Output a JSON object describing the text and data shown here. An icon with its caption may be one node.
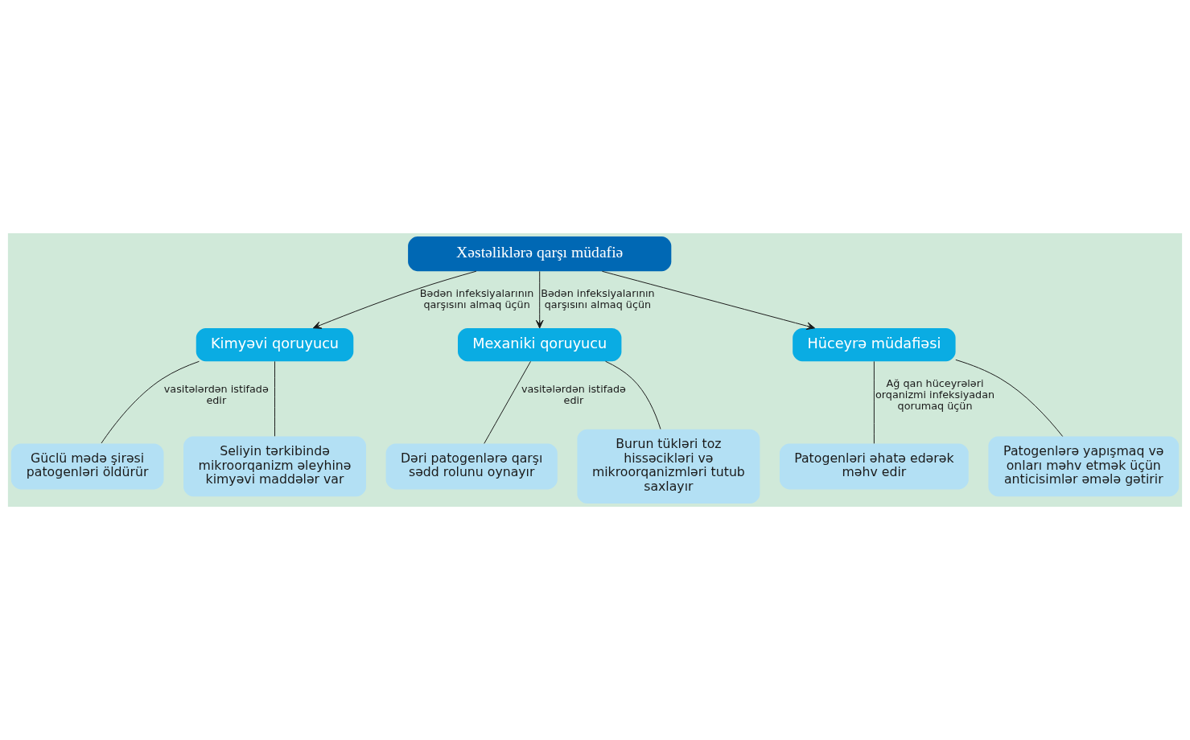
{
  "diagram": {
    "nodes": [
      {
        "text": [
          "Xəstəliklərə qarşı müdafiə"
        ]
      },
      {
        "text": [
          "Kimyəvi qoruyucu"
        ]
      },
      {
        "text": [
          "Mexaniki qoruyucu"
        ]
      },
      {
        "text": [
          "Hüceyrə müdafiəsi"
        ]
      },
      {
        "text": [
          "Güclü mədə şirəsi patogenləri öldürür"
        ]
      },
      {
        "text": [
          "Seliyin tərkibində mikroorqanizm əleyhinə kimyəvi maddələr var"
        ]
      },
      {
        "text": [
          "Patogenləri əhatə edərək məhv edir"
        ]
      },
      {
        "text": [
          "Patogenlərə yapışmaq və onları məhv etmək üçün anticisimlər əmələ gətirir"
        ]
      },
      {
        "text": [
          "Dəri patogenlərə qarşı sədd rolunu oynayır"
        ]
      },
      {
        "text": [
          "Burun tükləri toz hissəcikləri və mikroorqanizmləri tutub saxlayır"
        ]
      }
    ],
    "edges": [
      {
        "from": 0,
        "to": 1,
        "arrow": "to",
        "label": "Bədən infeksiyalarının qarşısını almaq üçün"
      },
      {
        "from": 0,
        "to": 2,
        "arrow": "to",
        "label": "Bədən infeksiyalarının qarşısını almaq üçün"
      },
      {
        "from": 0,
        "to": 3,
        "arrow": "to"
      },
      {
        "from": 1,
        "to": 4,
        "arrow": "none",
        "label": "vasitələrdən istifadə edir"
      },
      {
        "from": 1,
        "to": 5,
        "arrow": "none"
      },
      {
        "from": 2,
        "to": 8,
        "arrow": "none",
        "label": "vasitələrdən istifadə edir"
      },
      {
        "from": 2,
        "to": 9,
        "arrow": "none"
      },
      {
        "from": 3,
        "to": 6,
        "arrow": "none",
        "label": "Ağ qan hüceyrələri orqanizmi infeksiyadan qorumaq üçün"
      },
      {
        "from": 3,
        "to": 7,
        "arrow": "none"
      }
    ]
  }
}
